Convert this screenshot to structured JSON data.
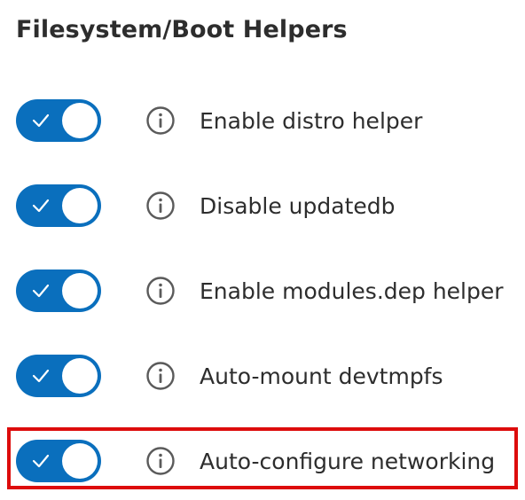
{
  "section": {
    "title": "Filesystem/Boot Helpers"
  },
  "colors": {
    "toggle_on": "#0a6fbd",
    "highlight": "#dd0c0c",
    "info_icon": "#5a5a5a"
  },
  "toggles": [
    {
      "label": "Enable distro helper",
      "checked": true,
      "icon": "info-icon"
    },
    {
      "label": "Disable updatedb",
      "checked": true,
      "icon": "info-icon"
    },
    {
      "label": "Enable modules.dep helper",
      "checked": true,
      "icon": "info-icon"
    },
    {
      "label": "Auto-mount devtmpfs",
      "checked": true,
      "icon": "info-icon"
    },
    {
      "label": "Auto-configure networking",
      "checked": true,
      "icon": "info-icon",
      "highlighted": true
    }
  ]
}
